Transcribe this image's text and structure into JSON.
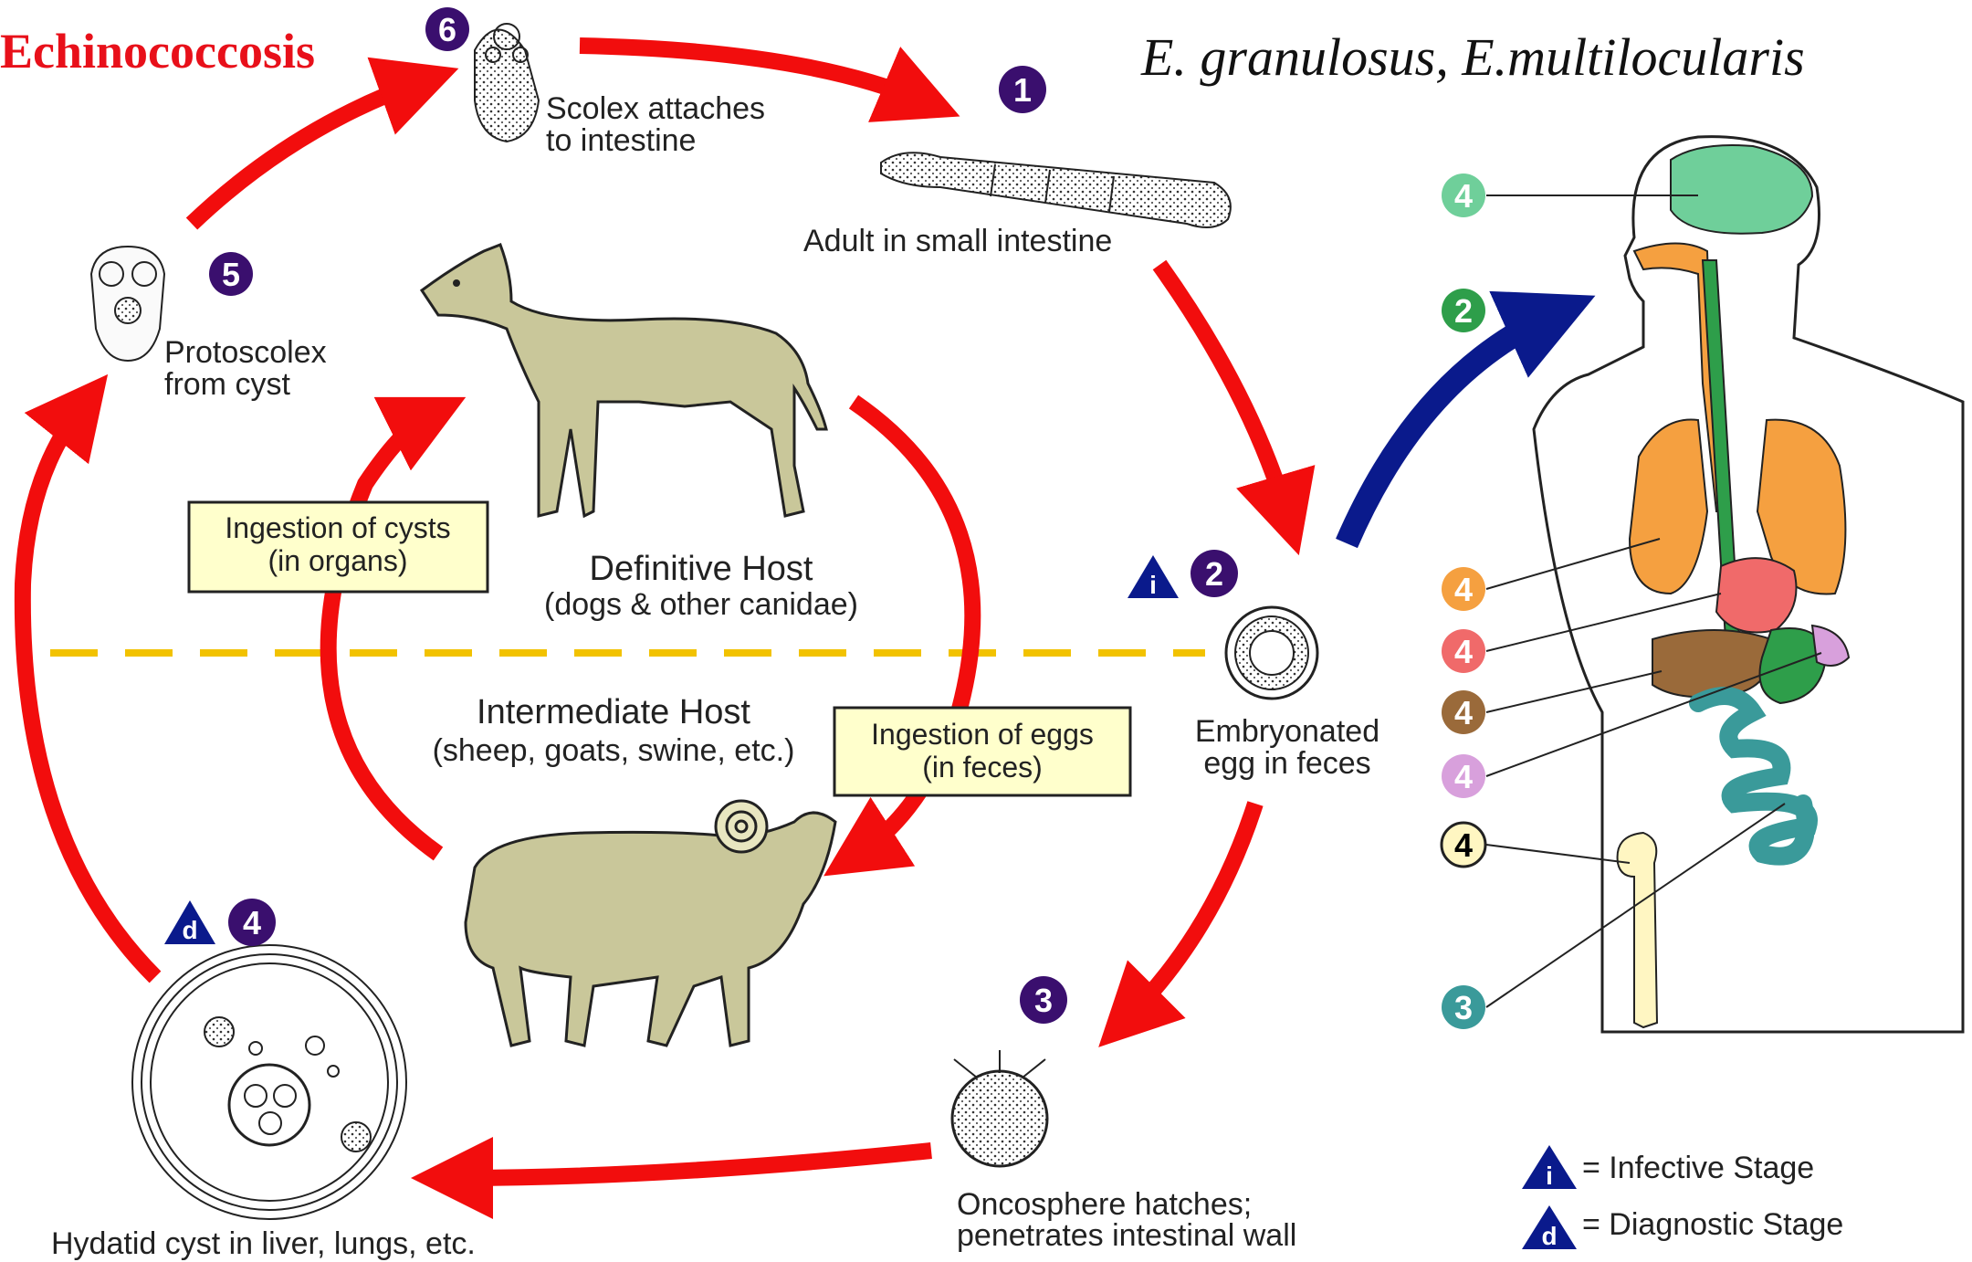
{
  "title": "Echinococcosis",
  "species": "E. granulosus,  E.multilocularis",
  "stages": {
    "s1_label": "Adult in small intestine",
    "s2_label_1": "Embryonated",
    "s2_label_2": "egg in feces",
    "s3_label_1": "Oncosphere hatches;",
    "s3_label_2": "penetrates intestinal wall",
    "s4_label": "Hydatid cyst in liver, lungs, etc.",
    "s5_label_1": "Protoscolex",
    "s5_label_2": "from cyst",
    "s6_label_1": "Scolex attaches",
    "s6_label_2": "to intestine"
  },
  "hosts": {
    "definitive": "Definitive Host",
    "definitive_sub": "(dogs & other canidae)",
    "intermediate": "Intermediate Host",
    "intermediate_sub": "(sheep, goats, swine, etc.)"
  },
  "boxes": {
    "cysts_1": "Ingestion of cysts",
    "cysts_2": "(in organs)",
    "eggs_1": "Ingestion of eggs",
    "eggs_2": "(in feces)"
  },
  "numbers": {
    "n1": "1",
    "n2": "2",
    "n3": "3",
    "n4": "4",
    "n5": "5",
    "n6": "6"
  },
  "badges": {
    "infective": "i",
    "diagnostic": "d"
  },
  "legend": {
    "infective": "= Infective Stage",
    "diagnostic": "= Diagnostic Stage"
  },
  "body_markers": [
    "4",
    "2",
    "4",
    "4",
    "4",
    "4",
    "4",
    "3"
  ],
  "colors": {
    "title_red": "#e8101a",
    "arrow_red": "#f20d0d",
    "arrow_blue": "#0a1a8c",
    "badge_purple": "#3a0f6e",
    "dashed_line": "#f2c200",
    "box_fill": "#ffffcc",
    "host_animal": "#c9c79a",
    "brain": "#6fcf9a",
    "lungs": "#f5a040",
    "heart": "#f06a6a",
    "liver": "#9a6a3a",
    "spleen": "#d8a0dc",
    "intestine": "#3a9a9a",
    "stomach": "#2e9e4a",
    "bone": "#fff6c2"
  }
}
